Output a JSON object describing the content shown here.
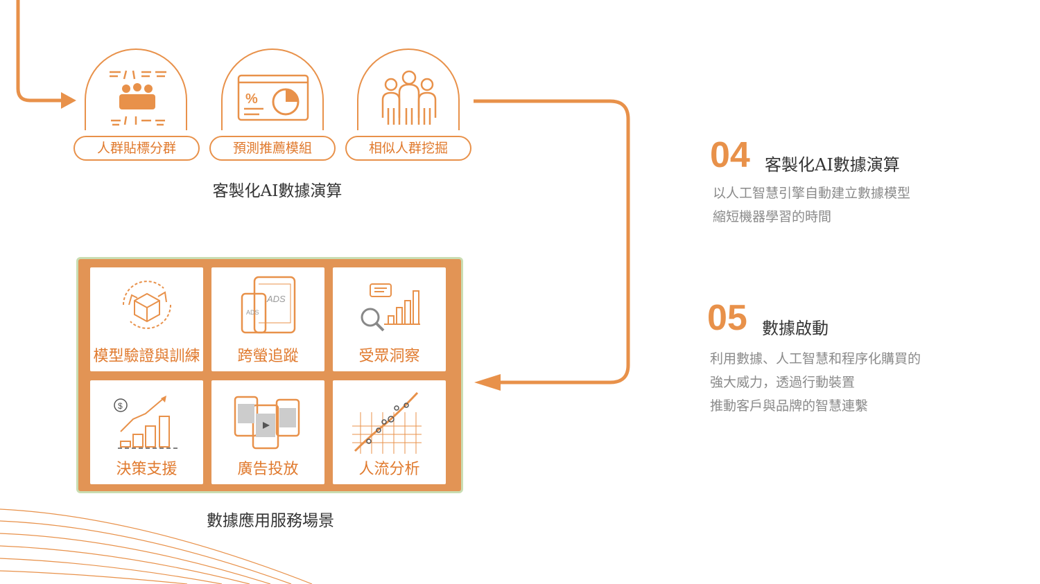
{
  "segments": [
    {
      "label": "人群貼標分群",
      "icon": "crowd-tagging-icon"
    },
    {
      "label": "預測推薦模組",
      "icon": "prediction-chart-icon"
    },
    {
      "label": "相似人群挖掘",
      "icon": "similar-people-icon"
    }
  ],
  "top_caption": "客製化AI數據演算",
  "tiles": [
    {
      "label": "模型驗證與訓練",
      "icon": "model-cube-icon"
    },
    {
      "label": "跨螢追蹤",
      "icon": "ads-devices-icon"
    },
    {
      "label": "受眾洞察",
      "icon": "magnifier-bars-icon"
    },
    {
      "label": "決策支援",
      "icon": "coin-growth-icon"
    },
    {
      "label": "廣告投放",
      "icon": "video-devices-icon"
    },
    {
      "label": "人流分析",
      "icon": "map-pins-icon"
    }
  ],
  "bottom_caption": "數據應用服務場景",
  "steps": [
    {
      "number": "04",
      "title": "客製化AI數據演算",
      "lines": [
        "以人工智慧引擎自動建立數據模型",
        "縮短機器學習的時間"
      ]
    },
    {
      "number": "05",
      "title": "數據啟動",
      "lines": [
        "利用數據、人工智慧和程序化購買的",
        "強大威力，透過行動裝置",
        "推動客戶與品牌的智慧連繫"
      ]
    }
  ],
  "colors": {
    "accent": "#e8914a",
    "frame": "#e29455",
    "frame_border": "#c9ddb2"
  }
}
